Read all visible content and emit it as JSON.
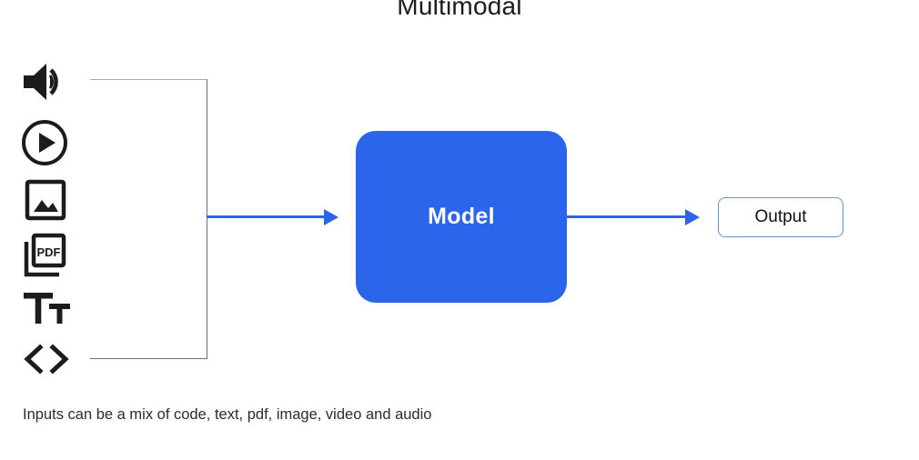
{
  "title": "Multimodal",
  "inputs": {
    "bracket_name": "input-group-bracket",
    "icons": [
      {
        "name": "audio-icon",
        "label": "audio"
      },
      {
        "name": "video-play-icon",
        "label": "video"
      },
      {
        "name": "image-icon",
        "label": "image"
      },
      {
        "name": "pdf-icon",
        "label": "pdf",
        "glyph_text": "PDF"
      },
      {
        "name": "text-icon",
        "label": "text",
        "glyph_text": "Tt"
      },
      {
        "name": "code-icon",
        "label": "code",
        "glyph_text": "< >"
      }
    ]
  },
  "model": {
    "label": "Model"
  },
  "output": {
    "label": "Output"
  },
  "arrows": [
    {
      "name": "arrow-input-to-model",
      "from": "inputs",
      "to": "model"
    },
    {
      "name": "arrow-model-to-output",
      "from": "model",
      "to": "output"
    }
  ],
  "caption": "Inputs can be a mix of code, text, pdf, image, video and audio",
  "colors": {
    "model_fill": "#2b65eb",
    "arrow": "#2b65eb",
    "output_border": "#6f8fd0",
    "bracket": "#707070",
    "icon": "#1c1c1c",
    "title_text": "#1b1b1b",
    "caption_text": "#2b2b2b",
    "background": "#ffffff"
  }
}
